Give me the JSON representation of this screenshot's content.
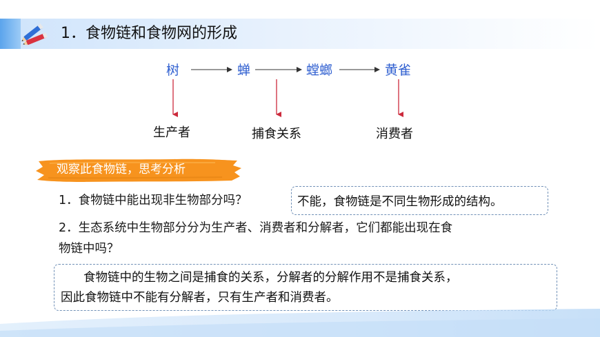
{
  "title": {
    "text": "1．食物链和食物网的形成",
    "icon": "pencil-icon"
  },
  "chain": {
    "nodes": [
      "树",
      "蝉",
      "螳螂",
      "黄雀"
    ],
    "roles": {
      "producer": "生产者",
      "predation": "捕食关系",
      "consumer": "消费者"
    }
  },
  "banner": {
    "text": "观察此食物链，思考分析"
  },
  "q1": {
    "text": "1．食物链中能出现非生物部分吗？",
    "answer": "不能，食物链是不同生物形成的结构。"
  },
  "q2": {
    "line1": "2．生态系统中生物部分分为生产者、消费者和分解者，它们都能出现在食",
    "line2": "物链中吗？",
    "answer_line1": "食物链中的生物之间是捕食的关系，分解者的分解作用不是捕食关系，",
    "answer_line2": "因此食物链中不能有分解者，只有生产者和消费者。"
  },
  "colors": {
    "node_blue": "#2f5fd0",
    "arrow_red": "#cc2a3c",
    "banner_orange": "#f7931e",
    "box_border": "#6f8fb6",
    "title_blue": "#5ba4ec"
  }
}
